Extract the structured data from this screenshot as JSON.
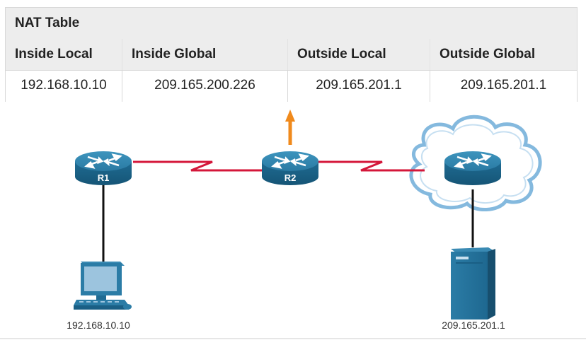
{
  "nat_table": {
    "title": "NAT Table",
    "headers": [
      "Inside Local",
      "Inside Global",
      "Outside Local",
      "Outside Global"
    ],
    "rows": [
      [
        "192.168.10.10",
        "209.165.200.226",
        "209.165.201.1",
        "209.165.201.1"
      ]
    ]
  },
  "diagram": {
    "routers": [
      {
        "label": "R1"
      },
      {
        "label": "R2"
      },
      {
        "label": ""
      }
    ],
    "host_pc": {
      "address": "192.168.10.10"
    },
    "server": {
      "address": "209.165.201.1"
    }
  },
  "colors": {
    "router_blue": "#2b7ca6",
    "serial_link": "#d4173a",
    "arrow_orange": "#f08a1c",
    "cloud_outline": "#7fb6dc"
  }
}
